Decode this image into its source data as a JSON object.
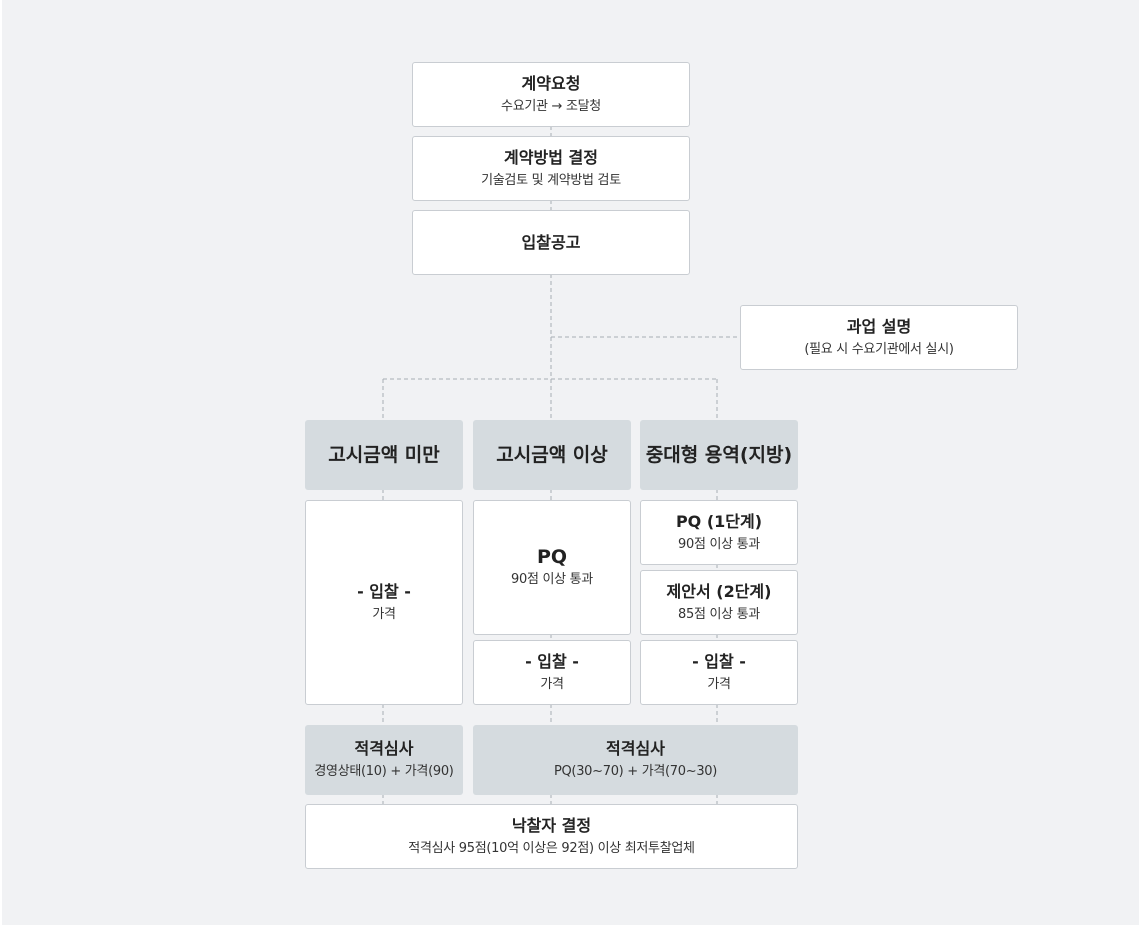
{
  "steps": {
    "request": {
      "title": "계약요청",
      "sub": "수요기관 → 조달청"
    },
    "method": {
      "title": "계약방법 결정",
      "sub": "기술검토 및 계약방법 검토"
    },
    "notice": {
      "title": "입찰공고"
    },
    "briefing": {
      "title": "과업 설명",
      "sub": "(필요 시 수요기관에서 실시)"
    }
  },
  "columns": [
    {
      "header": "고시금액 미만",
      "bid": {
        "title": "- 입찰 -",
        "sub": "가격"
      },
      "review": {
        "title": "적격심사",
        "sub": "경영상태(10) + 가격(90)"
      }
    },
    {
      "header": "고시금액 이상",
      "pq": {
        "title": "PQ",
        "sub": "90점 이상 통과"
      },
      "bid": {
        "title": "- 입찰 -",
        "sub": "가격"
      }
    },
    {
      "header": "중대형 용역(지방)",
      "pq": {
        "title": "PQ (1단계)",
        "sub": "90점 이상 통과"
      },
      "proposal": {
        "title": "제안서 (2단계)",
        "sub": "85점 이상 통과"
      },
      "bid": {
        "title": "- 입찰 -",
        "sub": "가격"
      }
    }
  ],
  "review_shared": {
    "title": "적격심사",
    "sub": "PQ(30~70) + 가격(70~30)"
  },
  "award": {
    "title": "낙찰자 결정",
    "sub": "적격심사 95점(10억 이상은 92점) 이상 최저투찰업체"
  },
  "colors": {
    "background": "#f1f2f4",
    "box_border": "#c9cdd2",
    "gray_box": "#d5dbdf",
    "connector": "#a8aeb5"
  }
}
